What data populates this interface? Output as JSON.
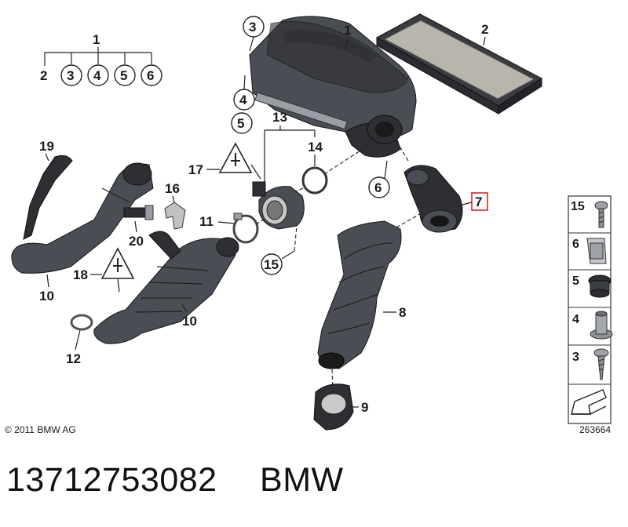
{
  "callouts": {
    "c1": "1",
    "c2": "2",
    "c3": "3",
    "c4": "4",
    "c5": "5",
    "c6": "6",
    "c7": "7",
    "c8": "8",
    "c9": "9",
    "c10a": "10",
    "c10b": "10",
    "c11": "11",
    "c12": "12",
    "c13": "13",
    "c14": "14",
    "c15": "15",
    "c16": "16",
    "c17": "17",
    "c18": "18",
    "c19": "19",
    "c20": "20"
  },
  "assembly_legend": {
    "parent": "1",
    "children": [
      "2",
      "3",
      "4",
      "5",
      "6"
    ]
  },
  "hardware_panel": {
    "items": [
      "15",
      "6",
      "5",
      "4",
      "3"
    ]
  },
  "highlight": {
    "callout": "7",
    "color": "#d9262c"
  },
  "footer": {
    "copyright": "© 2011 BMW AG",
    "reference": "263664",
    "part_number": "13712753082",
    "brand": "BMW"
  }
}
